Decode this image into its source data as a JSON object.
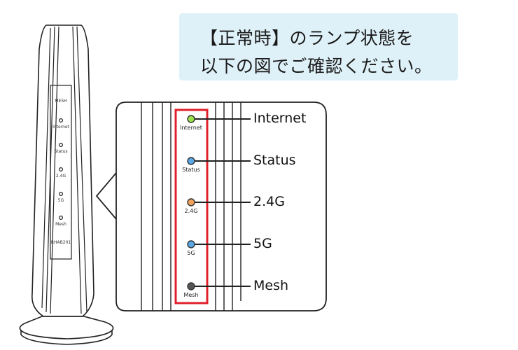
{
  "note": {
    "line1": "【正常時】のランプ状態を",
    "line2": "以下の図でご確認ください。"
  },
  "device": {
    "panel_title": "MESH",
    "model": "RHAB201",
    "small_labels": [
      "Internet",
      "Status",
      "2.4G",
      "5G",
      "Mesh"
    ]
  },
  "leds": [
    {
      "label": "Internet",
      "color": "#9be04a"
    },
    {
      "label": "Status",
      "color": "#5aa7e6"
    },
    {
      "label": "2.4G",
      "color": "#f0a15a"
    },
    {
      "label": "5G",
      "color": "#5aa7e6"
    },
    {
      "label": "Mesh",
      "color": "#555555"
    }
  ],
  "colors": {
    "highlight": "#e0202a",
    "note_bg": "#dff1f8"
  }
}
